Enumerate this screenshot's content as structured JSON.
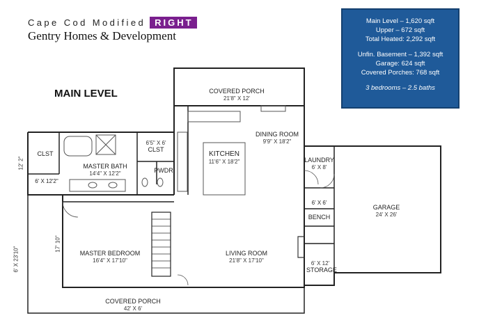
{
  "header": {
    "style_name": "Cape Cod Modified",
    "badge": "RIGHT",
    "builder": "Gentry Homes & Development"
  },
  "info": {
    "main_level": "Main Level – 1,620 sqft",
    "upper": "Upper – 672 sqft",
    "total_heated": "Total Heated:  2,292 sqft",
    "basement": "Unfin. Basement – 1,392 sqft",
    "garage": "Garage: 624 sqft",
    "porches": "Covered Porches: 768 sqft",
    "beds_baths": "3 bedrooms – 2.5 baths"
  },
  "level_title": "MAIN LEVEL",
  "rooms": {
    "covered_porch_rear": {
      "name": "COVERED PORCH",
      "dim": "21'8\" X 12'"
    },
    "dining_room": {
      "name": "DINING ROOM",
      "dim": "9'9\" X 18'2\""
    },
    "kitchen": {
      "name": "KITCHEN",
      "dim": "11'6\" X 18'2\""
    },
    "closet_6x6": {
      "dim": "6'5\" X 6'",
      "name": "CLST"
    },
    "pwdr": {
      "name": "PWDR"
    },
    "clst_left": {
      "name": "CLST"
    },
    "left_clst_dim": "6' X 12'2\"",
    "master_bath": {
      "name": "MASTER BATH",
      "dim": "14'4\" X 12'2\""
    },
    "laundry": {
      "name": "LAUNDRY",
      "dim": "6' X 8'"
    },
    "hall_dim": "6' X 6'",
    "bench": {
      "name": "BENCH"
    },
    "garage": {
      "name": "GARAGE",
      "dim": "24' X 26'"
    },
    "master_bedroom": {
      "name": "MASTER BEDROOM",
      "dim": "16'4\" X 17'10\""
    },
    "living_room": {
      "name": "LIVING ROOM",
      "dim": "21'8\" X 17'10\""
    },
    "storage": {
      "dim": "6' X 12'",
      "name": "STORAGE"
    },
    "covered_porch_front": {
      "name": "COVERED PORCH",
      "dim": "42' X 6'"
    }
  },
  "side_dims": {
    "upper": "12' 2\"",
    "inner": "17' 10\"",
    "outer": "6' X 23'10\""
  },
  "colors": {
    "info_box": "#1f5a99",
    "badge": "#7a1f8e",
    "room_label": "#222222",
    "dimension_text": "#333333",
    "wall": "#222222"
  }
}
